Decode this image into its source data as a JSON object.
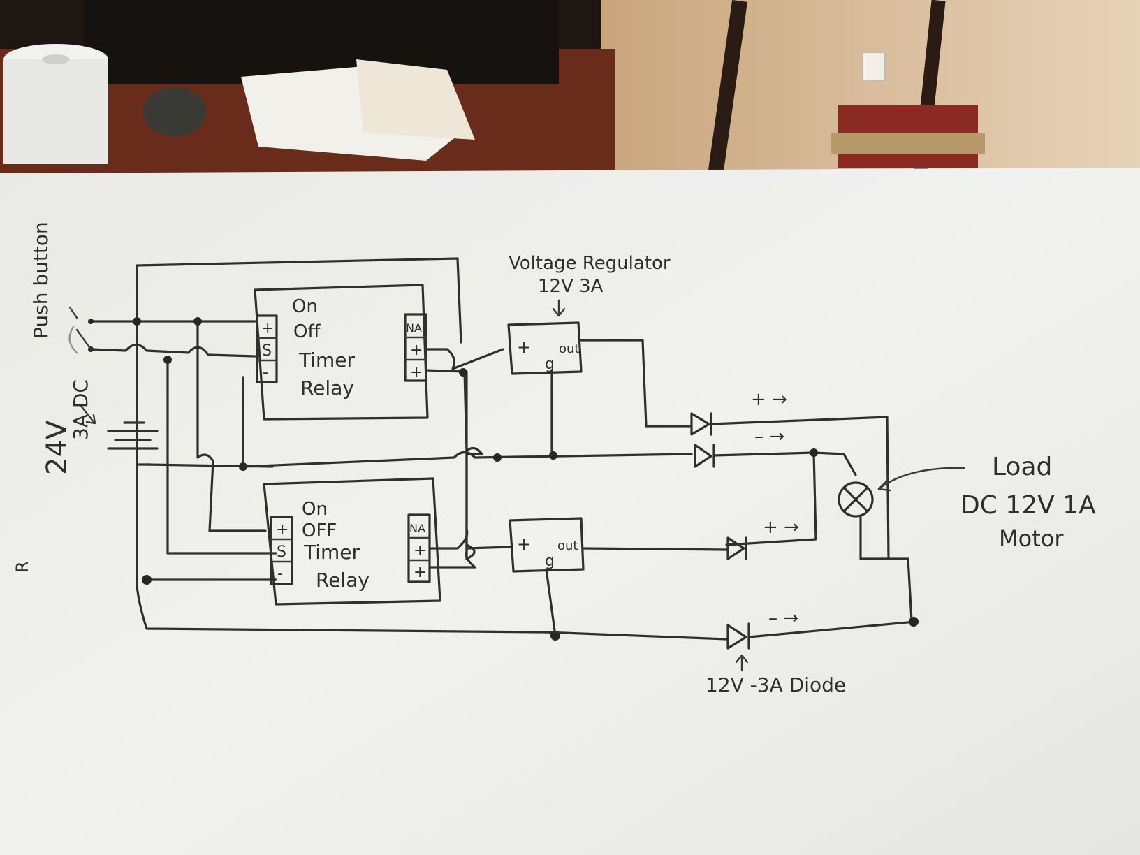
{
  "diagram": {
    "push_button_label": "Push button",
    "battery_label_line1": "24V",
    "battery_label_line2": "3A DC",
    "relay_top": {
      "line1": "On",
      "line2": "Off",
      "line3": "Timer",
      "line4": "Relay",
      "left_terminals": [
        "+",
        "S",
        "-"
      ],
      "right_terminals": [
        "NA",
        "+",
        "+"
      ]
    },
    "relay_bottom": {
      "line1": "On",
      "line2": "OFF",
      "line3": "Timer",
      "line4": "Relay",
      "left_terminals": [
        "+",
        "S",
        "-"
      ],
      "right_terminals": [
        "NA",
        "+",
        "+"
      ]
    },
    "regulator_title_line1": "Voltage Regulator",
    "regulator_title_line2": "12V 3A",
    "regulator_top": {
      "plus": "+",
      "ground": "g",
      "out": "out"
    },
    "regulator_bottom": {
      "plus": "+",
      "ground": "g",
      "out": "out"
    },
    "diode_polarity_labels": [
      "+ →",
      "– →",
      "+ →",
      "– →"
    ],
    "load_label_line1": "Load",
    "load_label_line2": "DC 12V 1A",
    "load_label_line3": "Motor",
    "diode_label": "12V -3A Diode",
    "margin_mark": "R"
  },
  "colors": {
    "paper": "#efefed",
    "ink": "#2f2f2f",
    "table": "#5a2a1a"
  }
}
